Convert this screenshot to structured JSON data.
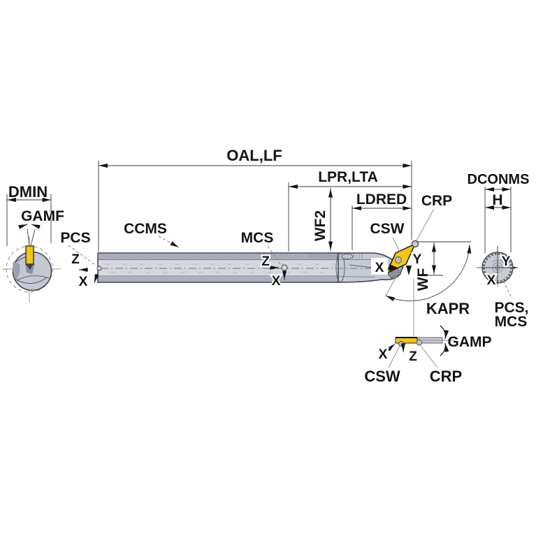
{
  "diagram": {
    "description": "Boring bar cutting tool dimension drawing with end views and insert detail",
    "colors": {
      "background": "#ffffff",
      "insert_yellow": "#f3c613",
      "steel_light": "#d4d7de",
      "steel_mid": "#c3c8d2",
      "steel_dark": "#a7adba",
      "outline": "#3d424d",
      "dimension_ink": "#141414",
      "leader_gray": "#828282"
    },
    "dimension_labels": {
      "oal": "OAL,LF",
      "lpr": "LPR,LTA",
      "ldred": "LDRED",
      "dconms": "DCONMS",
      "h": "H",
      "dmin": "DMIN",
      "wf2": "WF2",
      "wf": "WF",
      "kapr": "KAPR",
      "gamf": "GAMF",
      "gamp": "GAMP"
    },
    "reference_labels": {
      "crp_top": "CRP",
      "csw_top": "CSW",
      "pcs_left": "PCS",
      "ccms": "CCMS",
      "mcs": "MCS",
      "pcs_mcs_line1": "PCS,",
      "pcs_mcs_line2": "MCS",
      "csw_bottom": "CSW",
      "crp_bottom": "CRP"
    },
    "axis_labels": {
      "left_z": "Z",
      "left_x": "X",
      "mcs_z": "Z",
      "mcs_x": "X",
      "tip_x": "X",
      "tip_y": "Y",
      "right_y": "Y",
      "right_x": "X",
      "bottom_x": "X",
      "bottom_z": "Z"
    }
  }
}
